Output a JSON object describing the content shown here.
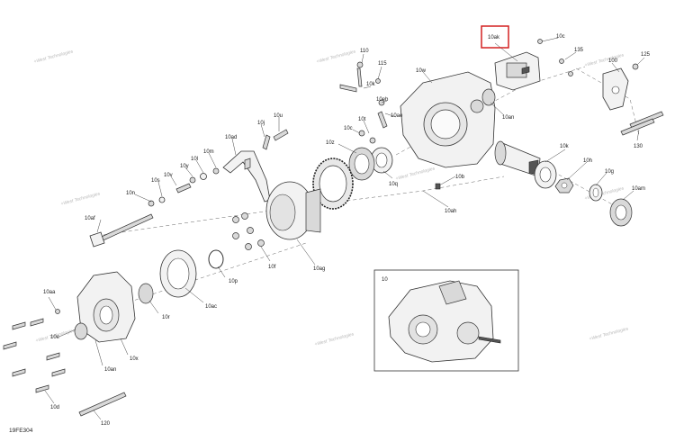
{
  "diagram_code": "19FE304",
  "highlight_color": "#d42020",
  "inset_label": "10",
  "watermark_text": "+West Technologies",
  "labels": {
    "l10ak": "10ak",
    "l110": "110",
    "l10c_top": "10c",
    "l135": "135",
    "l100": "100",
    "l125": "125",
    "l115": "115",
    "l10k": "10k",
    "l10eb": "10eb",
    "l10an_top": "10an",
    "l10w": "10w",
    "l130": "130",
    "l10ae": "10ae",
    "l10t": "10t",
    "l10c_mid": "10c",
    "l10z": "10z",
    "l10q": "10q",
    "l10u": "10u",
    "l10j": "10j",
    "l10ad": "10ad",
    "l10m": "10m",
    "l10l": "10l",
    "l10y": "10y",
    "l10v": "10v",
    "l10s": "10s",
    "l10n": "10n",
    "l10b": "10b",
    "l10ah": "10ah",
    "l10h": "10h",
    "l10g": "10g",
    "l10am": "10am",
    "l10af": "10af",
    "l10f": "10f",
    "l10ag": "10ag",
    "l10p": "10p",
    "l10ac": "10ac",
    "l10r": "10r",
    "l10aa": "10aa",
    "l10e": "10e",
    "l10an_bot": "10an",
    "l10x": "10x",
    "l10d": "10d",
    "l120": "120"
  }
}
